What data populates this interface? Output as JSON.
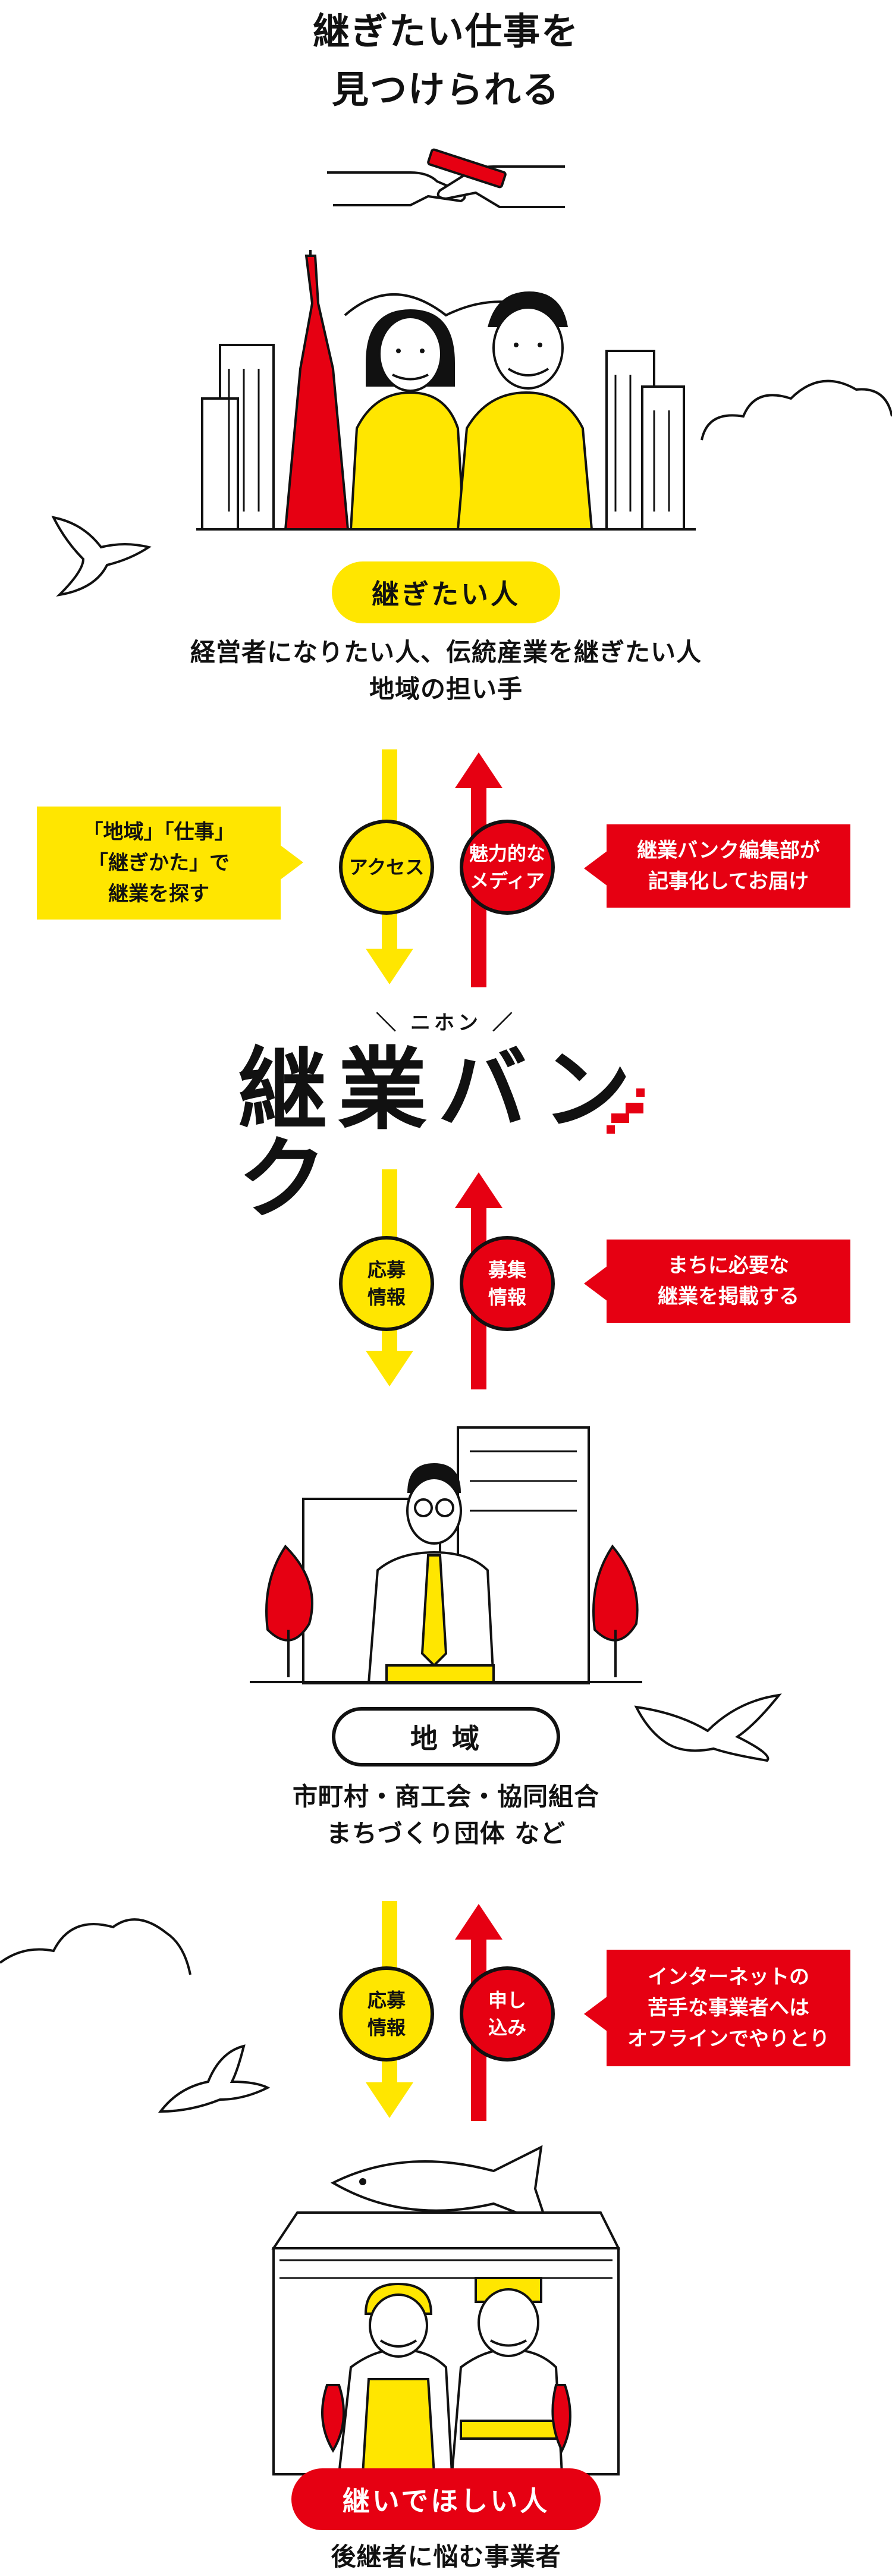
{
  "headline": [
    "継ぎたい仕事を",
    "見つけられる"
  ],
  "successor": {
    "badge": "継ぎたい人",
    "description": [
      "経営者になりたい人、伝統産業を継ぎたい人",
      "地域の担い手"
    ]
  },
  "flow1": {
    "left_box": [
      "「地域」「仕事」",
      "「継ぎかた」で",
      "継業を探す"
    ],
    "down_circle": "アクセス",
    "up_circle": [
      "魅力的な",
      "メディア"
    ],
    "right_box": [
      "継業バンク編集部が",
      "記事化してお届け"
    ]
  },
  "logo": {
    "tagline": "＼ ニホン ／",
    "name": "継業バンク"
  },
  "flow2": {
    "down_circle": [
      "応募",
      "情報"
    ],
    "up_circle": [
      "募集",
      "情報"
    ],
    "right_box": [
      "まちに必要な",
      "継業を掲載する"
    ]
  },
  "region": {
    "badge": "地 域",
    "description": [
      "市町村・商工会・協同組合",
      "まちづくり団体 など"
    ]
  },
  "flow3": {
    "down_circle": [
      "応募",
      "情報"
    ],
    "up_circle": [
      "申し",
      "込み"
    ],
    "right_box": [
      "インターネットの",
      "苦手な事業者へは",
      "オフラインでやりとり"
    ]
  },
  "business": {
    "badge": "継いでほしい人",
    "description": "後継者に悩む事業者"
  },
  "colors": {
    "yellow": "#ffe600",
    "red": "#e60012",
    "ink": "#111111"
  }
}
